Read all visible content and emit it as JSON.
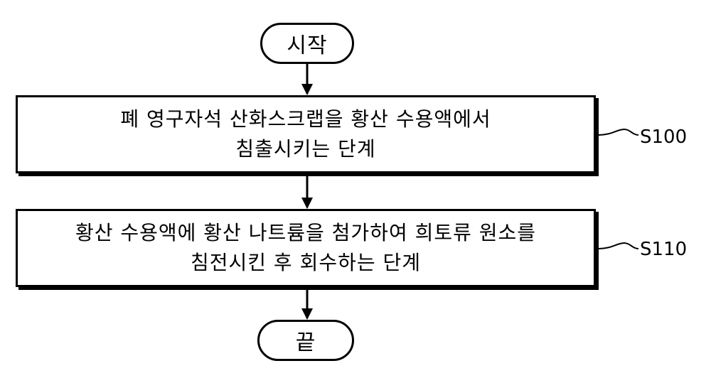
{
  "flowchart": {
    "start": "시작",
    "end": "끝",
    "steps": [
      {
        "id": "S100",
        "lines": [
          "폐 영구자석 산화스크랩을 황산 수용액에서",
          "침출시키는 단계"
        ]
      },
      {
        "id": "S110",
        "lines": [
          "황산 수용액에 황산 나트륨을 첨가하여 희토류 원소를",
          "침전시킨 후 회수하는 단계"
        ]
      }
    ]
  }
}
